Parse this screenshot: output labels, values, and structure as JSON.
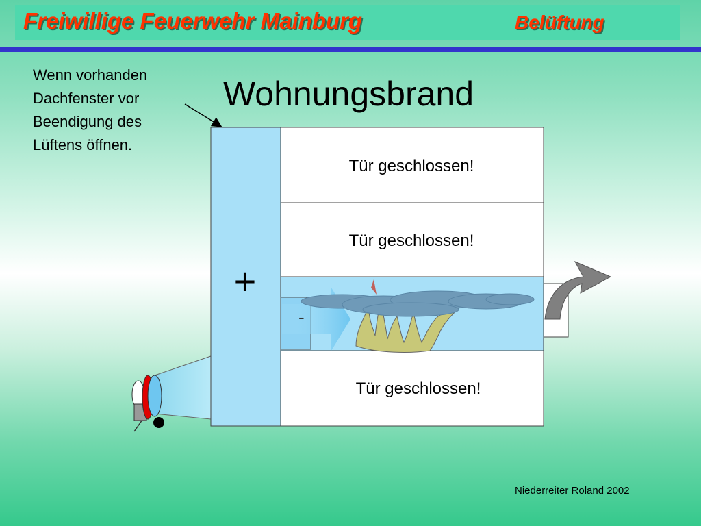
{
  "header": {
    "title": "Freiwillige Feuerwehr Mainburg",
    "section": "Belüftung"
  },
  "note": "Wenn vorhanden\nDachfenster vor\nBeendigung des\nLüftens öffnen.",
  "title": "Wohnungsbrand",
  "floors": [
    {
      "label": "Tür geschlossen!"
    },
    {
      "label": "Tür geschlossen!"
    },
    {
      "label": ""
    },
    {
      "label": "Tür geschlossen!"
    }
  ],
  "stairwell": {
    "pressure_symbol": "+"
  },
  "fire_floor": {
    "pressure_symbol": "-"
  },
  "footer": "Niederreiter Roland 2002",
  "colors": {
    "header_text": "#ff3300",
    "header_bar": "#4fd8ad",
    "rule": "#3333cc",
    "stairwell": "#a8e0f8",
    "smoke": "#6f9ab8",
    "flame": "#c8c878",
    "outlet_arrow": "#808080"
  }
}
